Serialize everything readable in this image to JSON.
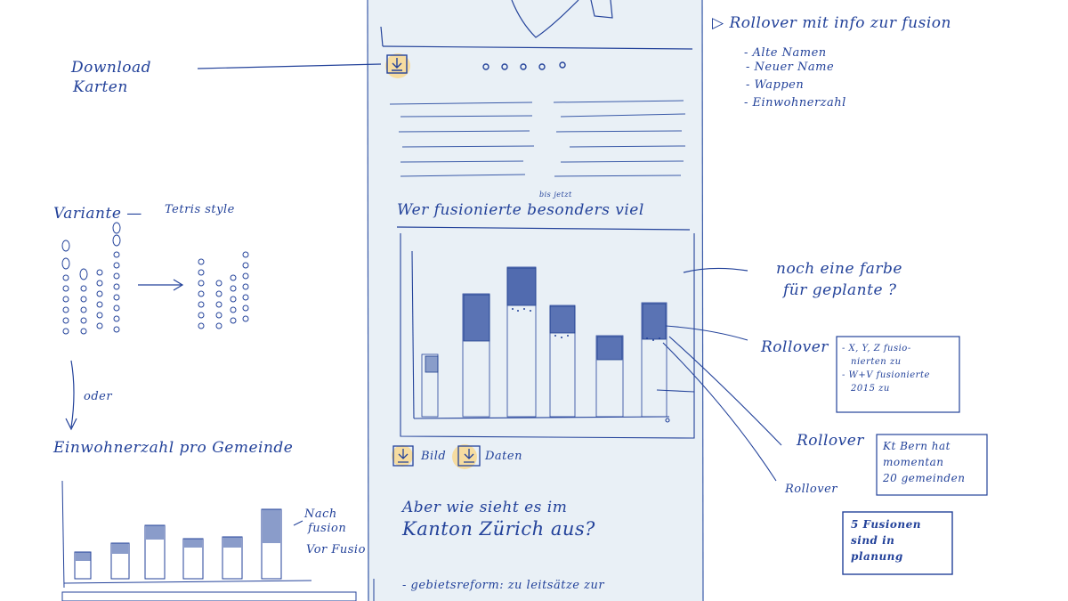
{
  "left": {
    "download_label_1": "Download",
    "download_label_2": "Karten",
    "variante_label": "Variante —",
    "tetris_label": "Tetris style",
    "oder_label": "oder",
    "einwohner_title": "Einwohnerzahl pro Gemeinde",
    "nach_fusion_1": "Nach",
    "nach_fusion_2": "fusion",
    "vor_fusion": "Vor Fusio"
  },
  "center": {
    "chart_title": "Wer fusionierte besonders viel",
    "chart_superscript": "bis jetzt",
    "bild_label": "Bild",
    "daten_label": "Daten",
    "section_title_1": "Aber wie sieht es im",
    "section_title_2": "Kanton Zürich aus?",
    "bullet_text": "- gebietsreform: zu leitsätze zur"
  },
  "right": {
    "rollover_title": "▷ Rollover mit info zur fusion",
    "rollover_items": [
      "- Alte Namen",
      "- Neuer Name",
      "- Wappen",
      "- Einwohnerzahl"
    ],
    "farbe_note_1": "noch eine farbe",
    "farbe_note_2": "für geplante ?",
    "rollover_1": "Rollover",
    "rollover_2": "Rollover",
    "rollover_3": "Rollover",
    "box1_lines": [
      "- X, Y, Z fusio-",
      "nierten zu",
      "- W+V fusionierte",
      "2015 zu"
    ],
    "box2_lines": [
      "Kt Bern hat",
      "momentan",
      "20 gemeinden"
    ],
    "box3_lines": [
      "5 Fusionen",
      "sind in",
      "planung"
    ]
  },
  "colors": {
    "ink": "#23429a",
    "panel": "#e9f0f6",
    "highlight": "#f6dca0"
  }
}
